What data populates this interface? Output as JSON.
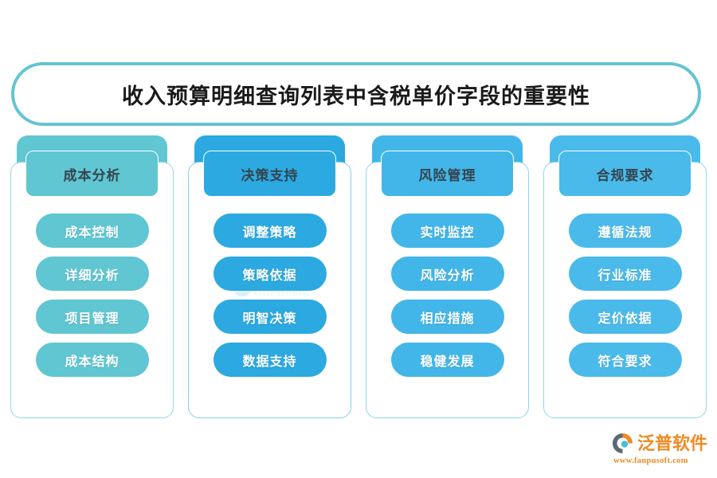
{
  "title": {
    "text": "收入预算明细查询列表中含税单价字段的重要性",
    "border_color": "#64C4D2"
  },
  "columns": [
    {
      "header": "成本分析",
      "color": "#5FC6D2",
      "slab_color": "#5FC6D2",
      "border_color": "#8FD8E6",
      "items": [
        "成本控制",
        "详细分析",
        "项目管理",
        "成本结构"
      ]
    },
    {
      "header": "决策支持",
      "color": "#2BA9E0",
      "slab_color": "#2BA9E0",
      "border_color": "#7FD0EF",
      "items": [
        "调整策略",
        "策略依据",
        "明智决策",
        "数据支持"
      ]
    },
    {
      "header": "风险管理",
      "color": "#42B6E8",
      "slab_color": "#42B6E8",
      "border_color": "#8AD6F2",
      "items": [
        "实时监控",
        "风险分析",
        "相应措施",
        "稳健发展"
      ]
    },
    {
      "header": "合规要求",
      "color": "#4ABAEA",
      "slab_color": "#4ABAEA",
      "border_color": "#8AD6F2",
      "items": [
        "遵循法规",
        "行业标准",
        "定价依据",
        "符合要求"
      ]
    }
  ],
  "watermark": {
    "name": "泛普软件",
    "subtitle": "FANPU SOFTWARE"
  },
  "brand": {
    "name": "泛普软件",
    "url": "www.fanpusoft.com",
    "icon": "fanpu-swoosh-logo-icon",
    "color": "#F08A24"
  }
}
